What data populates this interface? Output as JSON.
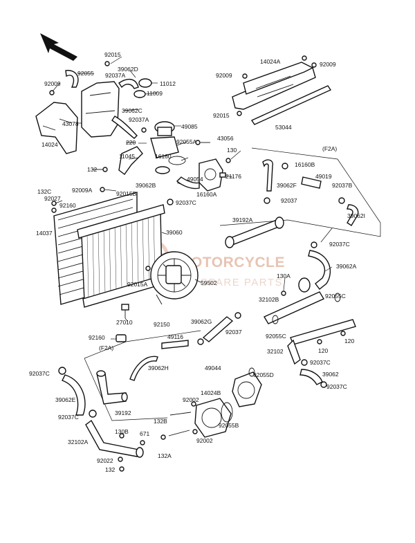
{
  "diagram": {
    "watermark": {
      "line1": "MOTORCYCLE",
      "line2": "SPARE PARTS"
    },
    "front_arrow": "direction-arrow-icon",
    "labels": [
      "92015",
      "92055",
      "39062D",
      "92037A",
      "11012",
      "11009",
      "92009",
      "43078",
      "14024",
      "39062C",
      "92037A",
      "49085",
      "220",
      "92055A",
      "16160",
      "11045",
      "132",
      "43056",
      "130",
      "21176",
      "49054",
      "16160A",
      "39062B",
      "92037C",
      "92009A",
      "92015B",
      "132C",
      "92027",
      "92160",
      "14037",
      "39060",
      "92015A",
      "59502",
      "27010",
      "92150",
      "39062G",
      "92037",
      "49116",
      "92160",
      "(F2A)",
      "39062H",
      "49044",
      "92055D",
      "92002",
      "14024B",
      "92055B",
      "92002",
      "132B",
      "671",
      "132A",
      "130B",
      "92037C",
      "39062E",
      "92037C",
      "39192",
      "32102A",
      "92022",
      "132",
      "92009",
      "14024A",
      "92009",
      "92015",
      "53044",
      "(F2A)",
      "16160B",
      "49019",
      "39062F",
      "92037B",
      "92037",
      "39192A",
      "39062I",
      "92037C",
      "39062A",
      "130A",
      "32102B",
      "92055C",
      "92055C",
      "120",
      "120",
      "32102",
      "92037C",
      "39062",
      "92037C"
    ]
  }
}
